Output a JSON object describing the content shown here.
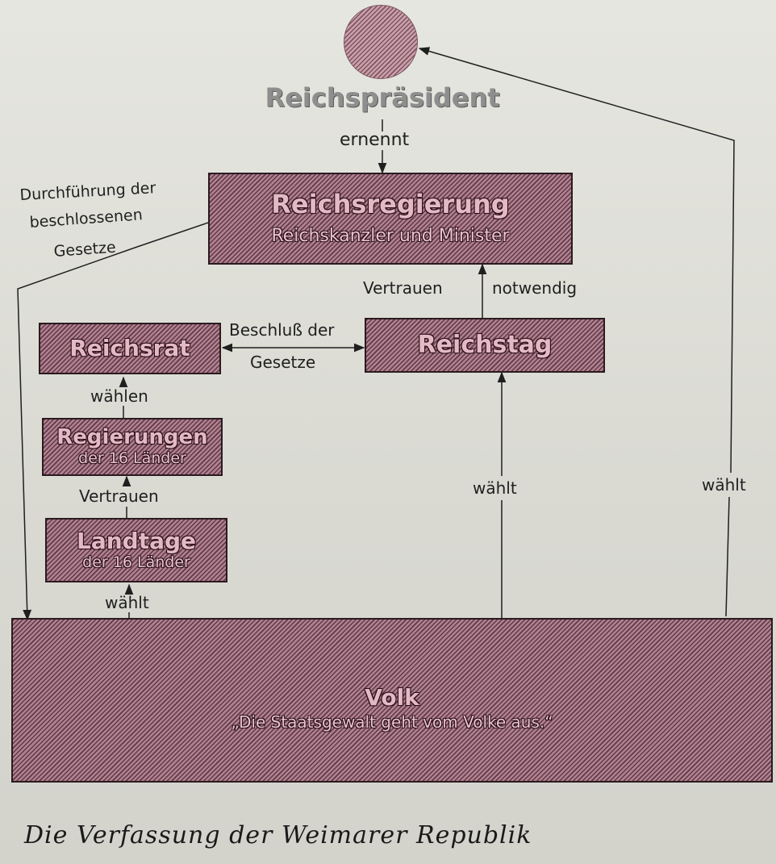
{
  "nodes": {
    "president": {
      "title": "Reichspräsident"
    },
    "government": {
      "title": "Reichsregierung",
      "subtitle": "Reichskanzler und Minister"
    },
    "reichsrat": {
      "title": "Reichsrat"
    },
    "reichstag": {
      "title": "Reichstag"
    },
    "state_governments": {
      "title": "Regierungen",
      "subtitle": "der 16 Länder"
    },
    "state_parliaments": {
      "title": "Landtage",
      "subtitle": "der 16 Länder"
    },
    "people": {
      "title": "Volk",
      "subtitle": "„Die Staatsgewalt geht vom Volke aus.“"
    }
  },
  "edges": {
    "appoints": "ernennt",
    "implementation_line1": "Durchführung der",
    "implementation_line2": "beschlossenen",
    "implementation_line3": "Gesetze",
    "confidence_left": "Vertrauen",
    "confidence_right": "notwendig",
    "laws_line1": "Beschluß der",
    "laws_line2": "Gesetze",
    "elect_plural": "wählen",
    "confidence_states": "Vertrauen",
    "elects_landtage": "wählt",
    "elects_reichstag": "wählt",
    "elects_president": "wählt"
  },
  "caption": "Die Verfassung der Weimarer Republik",
  "colors": {
    "box_fill": "#9e6a7a",
    "box_text": "#e4b9c6",
    "president_fill": "#b58290",
    "line": "#1f1f1f",
    "paper": "#dcdcd6"
  }
}
